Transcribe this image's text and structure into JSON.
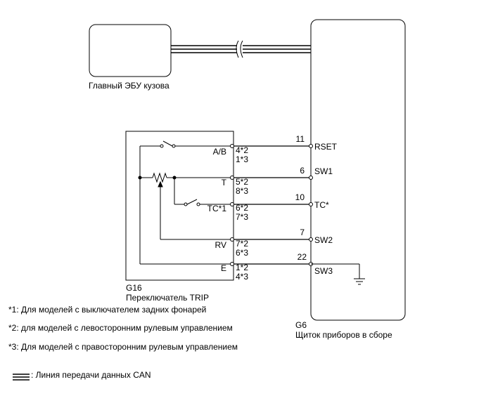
{
  "ecu": {
    "label": "Главный ЭБУ кузова"
  },
  "switch": {
    "code": "G16",
    "name": "Переключатель TRIP",
    "terminals": [
      {
        "name": "A/B",
        "pin_a": "4*2",
        "pin_b": "1*3"
      },
      {
        "name": "T",
        "pin_a": "5*2",
        "pin_b": "8*3"
      },
      {
        "name": "TC*1",
        "pin_a": "6*2",
        "pin_b": "7*3"
      },
      {
        "name": "RV",
        "pin_a": "7*2",
        "pin_b": "6*3"
      },
      {
        "name": "E",
        "pin_a": "1*2",
        "pin_b": "4*3"
      }
    ]
  },
  "cluster": {
    "code": "G6",
    "name": "Щиток приборов в сборе",
    "terminals": [
      {
        "pin": "11",
        "name": "RSET"
      },
      {
        "pin": "6",
        "name": "SW1"
      },
      {
        "pin": "10",
        "name": "TC*"
      },
      {
        "pin": "7",
        "name": "SW2"
      },
      {
        "pin": "22",
        "name": "SW3"
      }
    ]
  },
  "notes": [
    "*1: Для моделей с выключателем задних фонарей",
    "*2: для моделей с левосторонним рулевым управлением",
    "*3: Для моделей с правосторонним рулевым управлением"
  ],
  "legend": {
    "can_line": ": Линия передачи данных CAN"
  }
}
